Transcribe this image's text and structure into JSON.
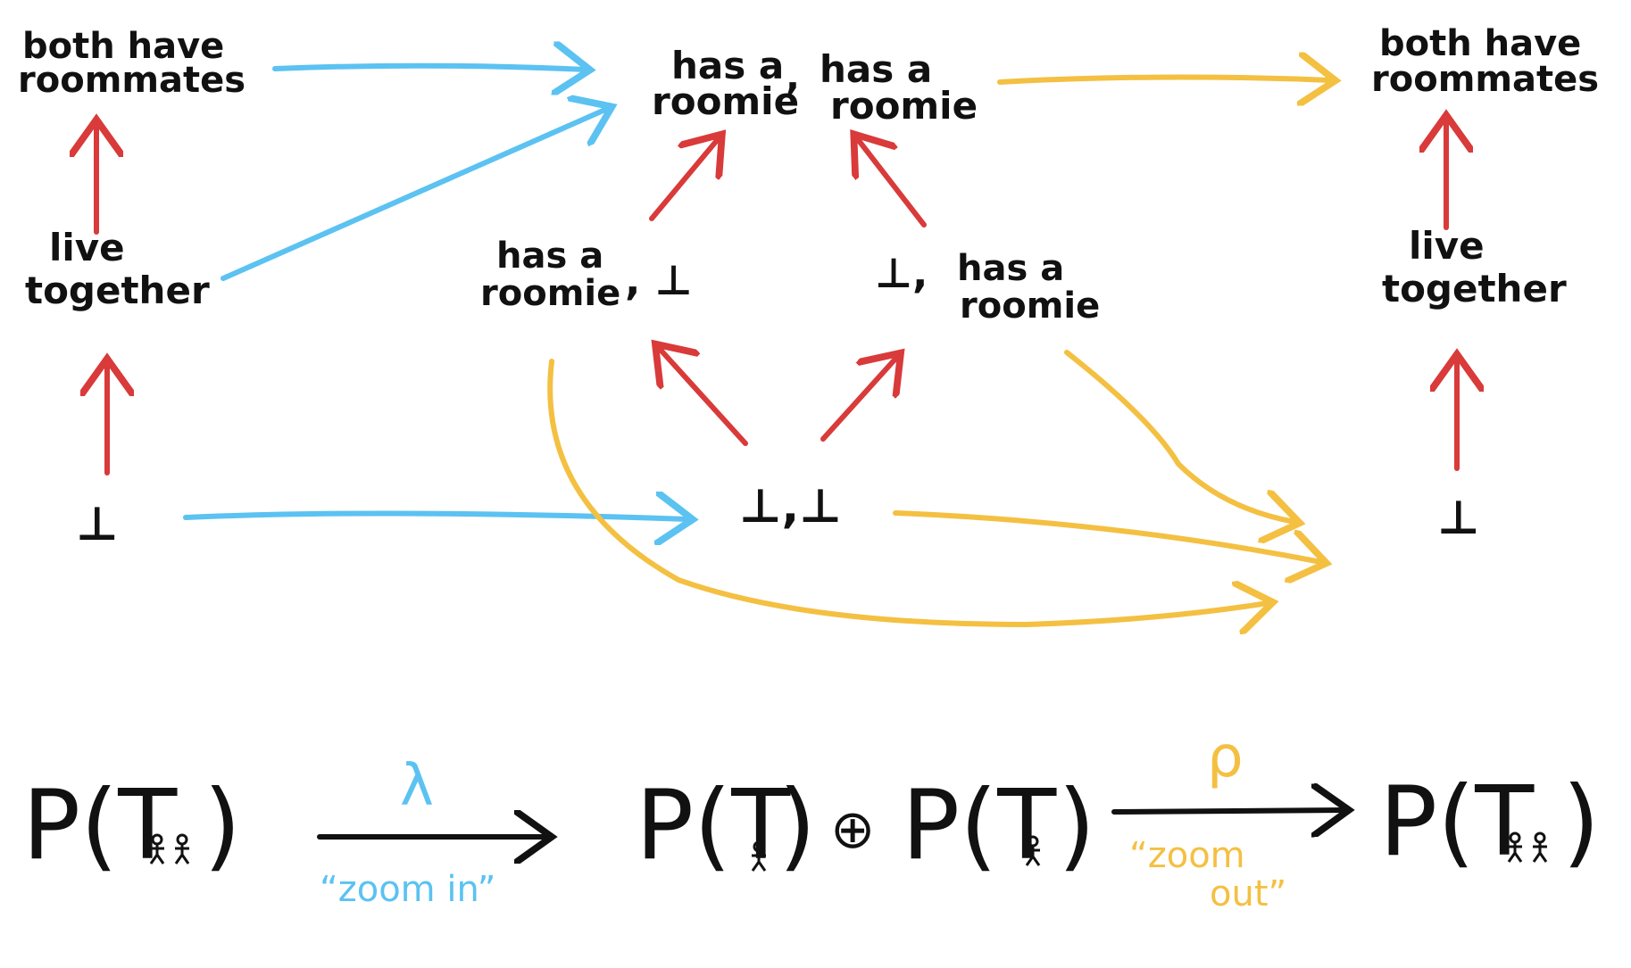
{
  "colors": {
    "red": "#d93a3a",
    "blue": "#5bc2f2",
    "yellow": "#f4c042",
    "ink": "#111111"
  },
  "left": {
    "top": [
      "both have",
      "roommates"
    ],
    "middle": [
      "live",
      "together"
    ],
    "bottom": "⊥"
  },
  "center": {
    "top_left": [
      "has a",
      "roomie"
    ],
    "top_sep": ",",
    "top_right": [
      "has a",
      "roomie"
    ],
    "mid_left": [
      "has a",
      "roomie",
      ", ⊥"
    ],
    "mid_right": [
      "⊥,",
      "has a",
      "roomie"
    ],
    "bottom": "⊥,⊥"
  },
  "right": {
    "top": [
      "both have",
      "roommates"
    ],
    "middle": [
      "live",
      "together"
    ],
    "bottom": "⊥"
  },
  "formula": {
    "left": "P(T",
    "left_close": ")",
    "lambda": "λ",
    "zoom_in": "“zoom in”",
    "middle_a": "P(T",
    "middle_a_close": ")",
    "oplus": "⊕",
    "middle_b": "P(T",
    "middle_b_close": ")",
    "rho": "ρ",
    "zoom_out_1": "“zoom",
    "zoom_out_2": "out”",
    "right": "P(T",
    "right_close": ")"
  }
}
